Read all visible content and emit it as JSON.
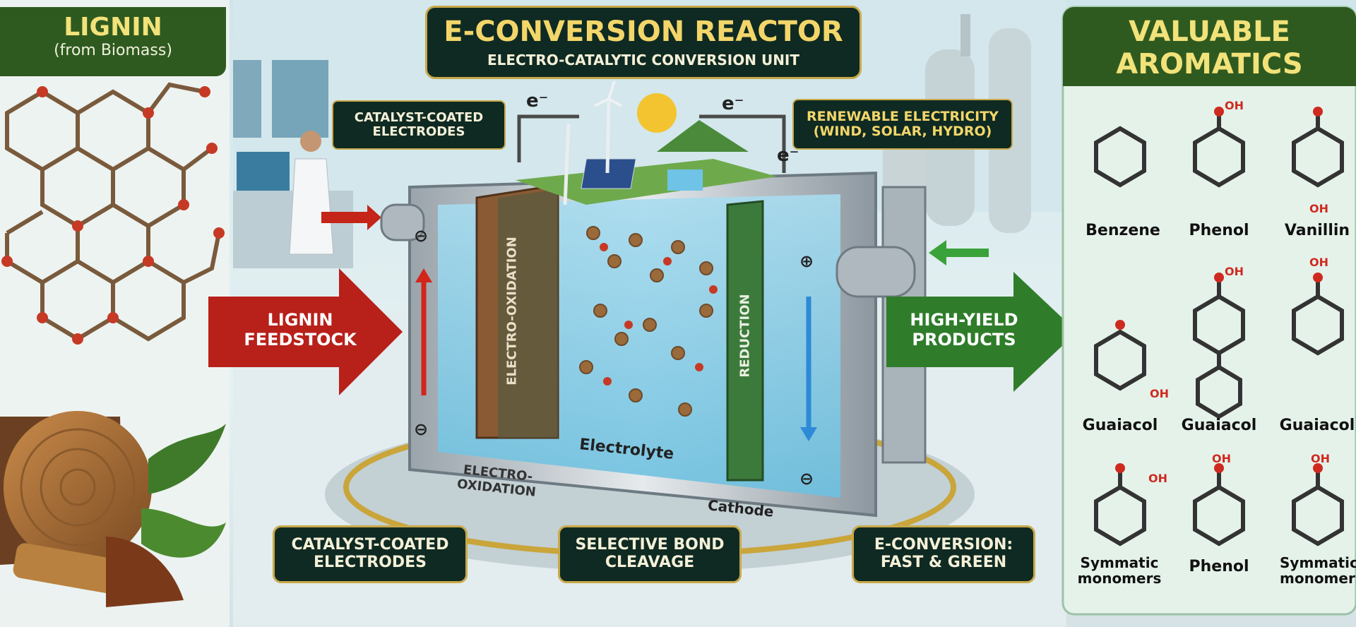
{
  "left_panel": {
    "title": "LIGNIN",
    "subtitle": "(from Biomass)"
  },
  "reactor_header": {
    "title": "E-CONVERSION REACTOR",
    "subtitle": "ELECTRO-CATALYTIC CONVERSION UNIT"
  },
  "right_panel": {
    "title_line1": "VALUABLE",
    "title_line2": "AROMATICS"
  },
  "callouts": {
    "catalyst_top_line1": "CATALYST-COATED",
    "catalyst_top_line2": "ELECTRODES",
    "renewable_line1": "RENEWABLE ELECTRICITY",
    "renewable_line2": "(WIND, SOLAR, HYDRO)",
    "catalyst_bottom_line1": "CATALYST-COATED",
    "catalyst_bottom_line2": "ELECTRODES",
    "bond_line1": "SELECTIVE BOND",
    "bond_line2": "CLEAVAGE",
    "econv_line1": "E-CONVERSION:",
    "econv_line2": "FAST & GREEN"
  },
  "arrows": {
    "feed_line1": "LIGNIN",
    "feed_line2": "FEEDSTOCK",
    "product_line1": "HIGH-YIELD",
    "product_line2": "PRODUCTS"
  },
  "reactor_labels": {
    "electron_left": "e⁻",
    "electron_mid": "e⁻",
    "electron_right": "e⁻",
    "electro_oxidation_vertical": "ELECTRO-OXIDATION",
    "reduction_vertical": "REDUCTION",
    "electrolyte": "Electrolyte",
    "electro_oxidation_line1": "ELECTRO-",
    "electro_oxidation_line2": "OXIDATION",
    "cathode": "Cathode",
    "minus_sign": "⊖",
    "plus_sign": "⊕"
  },
  "molecules": [
    {
      "name": "Benzene",
      "oh": ""
    },
    {
      "name": "Phenol",
      "oh": "OH"
    },
    {
      "name": "Vanillin",
      "oh": "OH"
    },
    {
      "name": "Guaiacol",
      "oh": "OH"
    },
    {
      "name": "Guaiacol",
      "oh": "OH"
    },
    {
      "name": "Guaiacol",
      "oh": "OH"
    },
    {
      "name": "Symmatic monomers",
      "oh": "OH"
    },
    {
      "name": "Phenol",
      "oh": "OH"
    },
    {
      "name": "Symmatic monomers",
      "oh": "OH"
    }
  ],
  "molecule_labels": {
    "row1": [
      "Benzene",
      "Phenol",
      "Vanillin"
    ],
    "row2": [
      "Guaiacol",
      "Guaiacol",
      "Guaiacol"
    ],
    "row3_line1": [
      "Symmatic",
      "Phenol",
      "Symmatic"
    ],
    "row3_line2": [
      "monomers",
      "",
      "monomers"
    ]
  },
  "colors": {
    "dark_green_box": "#0f2a22",
    "gold_border": "#c8a94a",
    "feed_arrow": "#b8201a",
    "product_arrow": "#2f7d2a",
    "panel_green": "#2f5a1f"
  }
}
